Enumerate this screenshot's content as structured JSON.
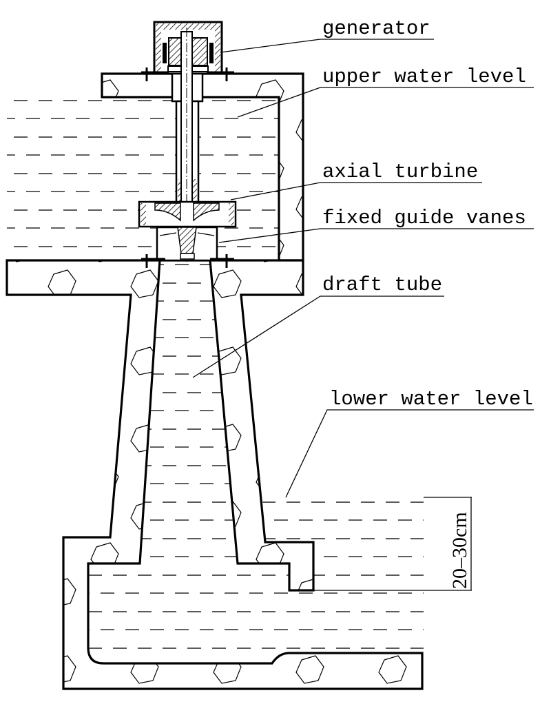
{
  "diagram": {
    "labels": {
      "generator": "generator",
      "upper_water_level": "upper water level",
      "axial_turbine": "axial turbine",
      "fixed_guide_vanes": "fixed guide vanes",
      "draft_tube": "draft tube",
      "lower_water_level": "lower water level"
    },
    "dimension": "20–30cm",
    "colors": {
      "line": "#000000",
      "background": "#ffffff"
    }
  }
}
